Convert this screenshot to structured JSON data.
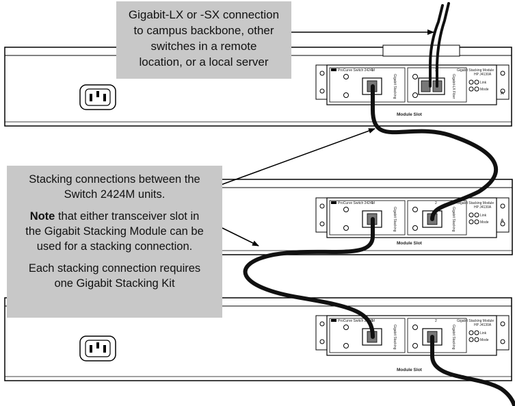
{
  "callouts": {
    "top": {
      "line1": "Gigabit-LX or -SX connection",
      "line2": "to campus backbone, other",
      "line3": "switches in a remote",
      "line4": "location, or a local server"
    },
    "left": {
      "para1_line1": "Stacking connections between the",
      "para1_line2": "Switch 2424M units.",
      "note_bold": "Note",
      "para2_line1": " that either transceiver slot in",
      "para2_line2": "the Gigabit Stacking Module can be",
      "para2_line3": "used for a stacking connection.",
      "para3_line1": "Each stacking connection requires",
      "para3_line2": "one Gigabit Stacking Kit"
    }
  },
  "switch_labels": {
    "model": "ProCurve Switch 2424M",
    "module": "Gigabit Stacking Module",
    "part": "HP J4130A",
    "port_1": "1",
    "port_2": "2",
    "transceiver": "Gigabit Stacking",
    "transceiver_alt": "Gigabit-LX Fiber",
    "led_link": "Link",
    "led_mode": "Mode",
    "module_slot": "Module Slot",
    "edge_mark": "A"
  }
}
